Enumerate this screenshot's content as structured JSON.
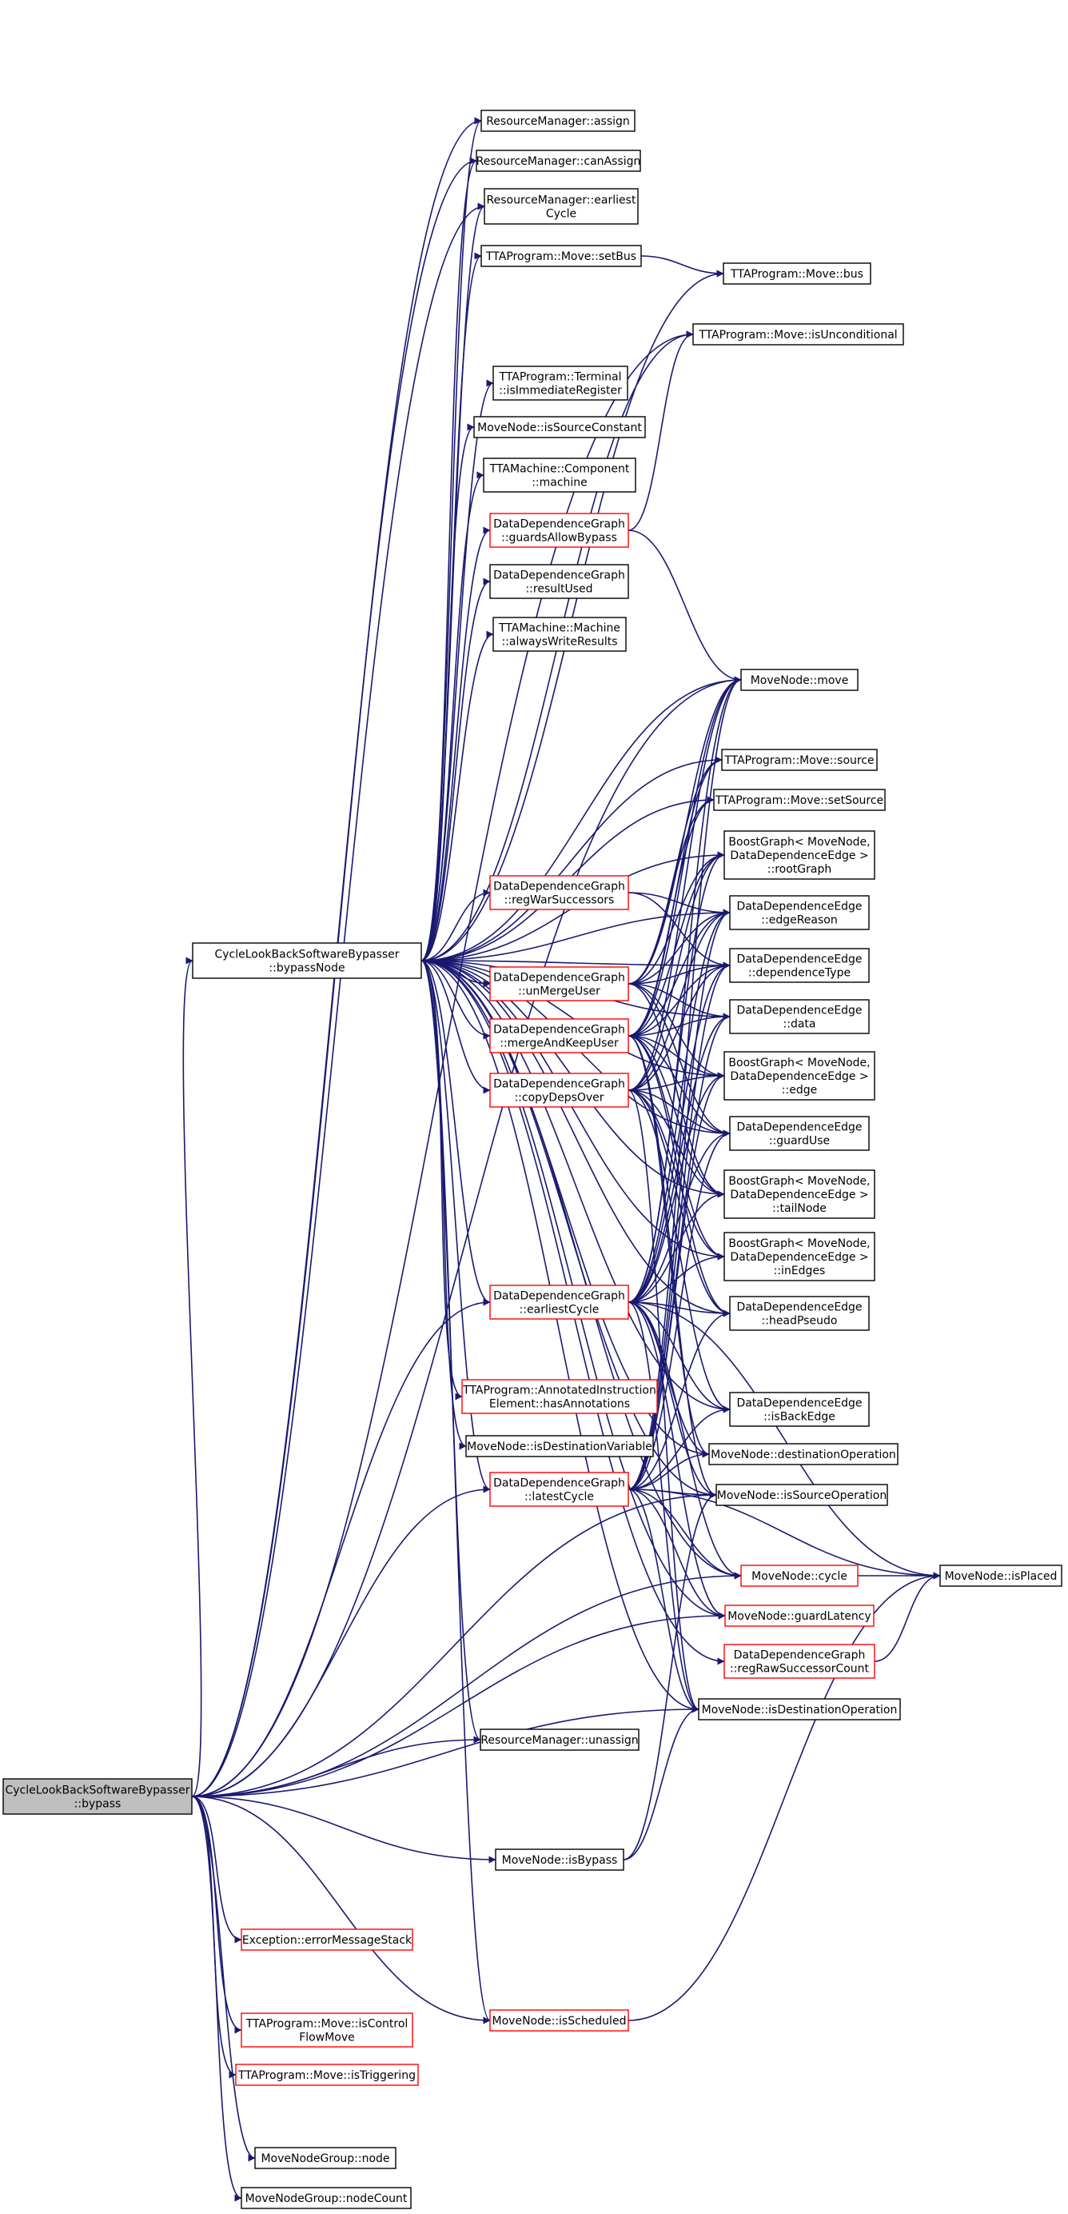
{
  "graph": {
    "colors": {
      "edge": "#191970",
      "node_border": "#000000",
      "node_border_linked_missing": "#ff0000",
      "root_fill": "#bfbfbf",
      "node_fill": "#ffffff"
    },
    "nodes": [
      {
        "id": "bypass",
        "label": [
          "CycleLookBackSoftwareBypasser",
          "::bypass"
        ],
        "root": true
      },
      {
        "id": "bypassNode",
        "label": [
          "CycleLookBackSoftwareBypasser",
          "::bypassNode"
        ]
      },
      {
        "id": "rm_assign",
        "label": [
          "ResourceManager::assign"
        ]
      },
      {
        "id": "rm_canAssign",
        "label": [
          "ResourceManager::canAssign"
        ]
      },
      {
        "id": "rm_earliest",
        "label": [
          "ResourceManager::earliest",
          "Cycle"
        ]
      },
      {
        "id": "move_setBus",
        "label": [
          "TTAProgram::Move::setBus"
        ]
      },
      {
        "id": "move_bus",
        "label": [
          "TTAProgram::Move::bus"
        ]
      },
      {
        "id": "move_isUncond",
        "label": [
          "TTAProgram::Move::isUnconditional"
        ]
      },
      {
        "id": "term_isImm",
        "label": [
          "TTAProgram::Terminal",
          "::isImmediateRegister"
        ]
      },
      {
        "id": "mn_isSourceConstant",
        "label": [
          "MoveNode::isSourceConstant"
        ]
      },
      {
        "id": "comp_machine",
        "label": [
          "TTAMachine::Component",
          "::machine"
        ]
      },
      {
        "id": "ddg_guardsAllow",
        "label": [
          "DataDependenceGraph",
          "::guardsAllowBypass"
        ],
        "red": true
      },
      {
        "id": "ddg_resultUsed",
        "label": [
          "DataDependenceGraph",
          "::resultUsed"
        ]
      },
      {
        "id": "mach_alwaysWrite",
        "label": [
          "TTAMachine::Machine",
          "::alwaysWriteResults"
        ]
      },
      {
        "id": "mn_move",
        "label": [
          "MoveNode::move"
        ]
      },
      {
        "id": "move_source",
        "label": [
          "TTAProgram::Move::source"
        ]
      },
      {
        "id": "move_setSource",
        "label": [
          "TTAProgram::Move::setSource"
        ]
      },
      {
        "id": "bg_rootGraph",
        "label": [
          "BoostGraph< MoveNode,",
          "DataDependenceEdge >",
          "::rootGraph"
        ]
      },
      {
        "id": "ddg_regWar",
        "label": [
          "DataDependenceGraph",
          "::regWarSuccessors"
        ],
        "red": true
      },
      {
        "id": "dde_edgeReason",
        "label": [
          "DataDependenceEdge",
          "::edgeReason"
        ]
      },
      {
        "id": "dde_depType",
        "label": [
          "DataDependenceEdge",
          "::dependenceType"
        ]
      },
      {
        "id": "ddg_unMerge",
        "label": [
          "DataDependenceGraph",
          "::unMergeUser"
        ],
        "red": true
      },
      {
        "id": "dde_data",
        "label": [
          "DataDependenceEdge",
          "::data"
        ]
      },
      {
        "id": "ddg_mergeKeep",
        "label": [
          "DataDependenceGraph",
          "::mergeAndKeepUser"
        ],
        "red": true
      },
      {
        "id": "bg_edge",
        "label": [
          "BoostGraph< MoveNode,",
          "DataDependenceEdge >",
          "::edge"
        ]
      },
      {
        "id": "ddg_copyDeps",
        "label": [
          "DataDependenceGraph",
          "::copyDepsOver"
        ],
        "red": true
      },
      {
        "id": "dde_guardUse",
        "label": [
          "DataDependenceEdge",
          "::guardUse"
        ]
      },
      {
        "id": "bg_tailNode",
        "label": [
          "BoostGraph< MoveNode,",
          "DataDependenceEdge >",
          "::tailNode"
        ]
      },
      {
        "id": "bg_inEdges",
        "label": [
          "BoostGraph< MoveNode,",
          "DataDependenceEdge >",
          "::inEdges"
        ]
      },
      {
        "id": "ddg_earliest",
        "label": [
          "DataDependenceGraph",
          "::earliestCycle"
        ],
        "red": true
      },
      {
        "id": "dde_headPseudo",
        "label": [
          "DataDependenceEdge",
          "::headPseudo"
        ]
      },
      {
        "id": "aie_hasAnn",
        "label": [
          "TTAProgram::AnnotatedInstruction",
          "Element::hasAnnotations"
        ],
        "red": true
      },
      {
        "id": "dde_isBackEdge",
        "label": [
          "DataDependenceEdge",
          "::isBackEdge"
        ]
      },
      {
        "id": "mn_isDestVar",
        "label": [
          "MoveNode::isDestinationVariable"
        ]
      },
      {
        "id": "mn_destOp",
        "label": [
          "MoveNode::destinationOperation"
        ]
      },
      {
        "id": "ddg_latest",
        "label": [
          "DataDependenceGraph",
          "::latestCycle"
        ],
        "red": true
      },
      {
        "id": "mn_isSourceOp",
        "label": [
          "MoveNode::isSourceOperation"
        ]
      },
      {
        "id": "mn_cycle",
        "label": [
          "MoveNode::cycle"
        ],
        "red": true
      },
      {
        "id": "mn_isPlaced",
        "label": [
          "MoveNode::isPlaced"
        ]
      },
      {
        "id": "mn_guardLatency",
        "label": [
          "MoveNode::guardLatency"
        ],
        "red": true
      },
      {
        "id": "ddg_regRaw",
        "label": [
          "DataDependenceGraph",
          "::regRawSuccessorCount"
        ],
        "red": true
      },
      {
        "id": "mn_isDestOp",
        "label": [
          "MoveNode::isDestinationOperation"
        ]
      },
      {
        "id": "rm_unassign",
        "label": [
          "ResourceManager::unassign"
        ]
      },
      {
        "id": "mn_isBypass",
        "label": [
          "MoveNode::isBypass"
        ]
      },
      {
        "id": "exc_errStack",
        "label": [
          "Exception::errorMessageStack"
        ],
        "red": true
      },
      {
        "id": "mn_isScheduled",
        "label": [
          "MoveNode::isScheduled"
        ],
        "red": true
      },
      {
        "id": "move_isControlFlow",
        "label": [
          "TTAProgram::Move::isControl",
          "FlowMove"
        ],
        "red": true
      },
      {
        "id": "move_isTriggering",
        "label": [
          "TTAProgram::Move::isTriggering"
        ],
        "red": true
      },
      {
        "id": "mng_node",
        "label": [
          "MoveNodeGroup::node"
        ]
      },
      {
        "id": "mng_nodeCount",
        "label": [
          "MoveNodeGroup::nodeCount"
        ]
      }
    ],
    "edges": [
      [
        "bypass",
        "bypassNode"
      ],
      [
        "bypass",
        "rm_assign"
      ],
      [
        "bypass",
        "rm_canAssign"
      ],
      [
        "bypass",
        "rm_earliest"
      ],
      [
        "bypass",
        "move_isUncond"
      ],
      [
        "bypass",
        "mn_move"
      ],
      [
        "bypass",
        "ddg_earliest"
      ],
      [
        "bypass",
        "ddg_latest"
      ],
      [
        "bypass",
        "mn_isSourceOp"
      ],
      [
        "bypass",
        "mn_isDestOp"
      ],
      [
        "bypass",
        "rm_unassign"
      ],
      [
        "bypass",
        "mn_isBypass"
      ],
      [
        "bypass",
        "exc_errStack"
      ],
      [
        "bypass",
        "mn_isScheduled"
      ],
      [
        "bypass",
        "move_isControlFlow"
      ],
      [
        "bypass",
        "move_isTriggering"
      ],
      [
        "bypass",
        "mng_node"
      ],
      [
        "bypass",
        "mng_nodeCount"
      ],
      [
        "bypass",
        "mn_cycle"
      ],
      [
        "bypass",
        "mn_guardLatency"
      ],
      [
        "bypassNode",
        "rm_assign"
      ],
      [
        "bypassNode",
        "rm_canAssign"
      ],
      [
        "bypassNode",
        "rm_earliest"
      ],
      [
        "bypassNode",
        "move_setBus"
      ],
      [
        "bypassNode",
        "move_bus"
      ],
      [
        "bypassNode",
        "move_isUncond"
      ],
      [
        "bypassNode",
        "term_isImm"
      ],
      [
        "bypassNode",
        "mn_isSourceConstant"
      ],
      [
        "bypassNode",
        "comp_machine"
      ],
      [
        "bypassNode",
        "ddg_guardsAllow"
      ],
      [
        "bypassNode",
        "ddg_resultUsed"
      ],
      [
        "bypassNode",
        "mach_alwaysWrite"
      ],
      [
        "bypassNode",
        "mn_move"
      ],
      [
        "bypassNode",
        "move_source"
      ],
      [
        "bypassNode",
        "move_setSource"
      ],
      [
        "bypassNode",
        "bg_rootGraph"
      ],
      [
        "bypassNode",
        "ddg_regWar"
      ],
      [
        "bypassNode",
        "dde_edgeReason"
      ],
      [
        "bypassNode",
        "dde_depType"
      ],
      [
        "bypassNode",
        "ddg_unMerge"
      ],
      [
        "bypassNode",
        "dde_data"
      ],
      [
        "bypassNode",
        "ddg_mergeKeep"
      ],
      [
        "bypassNode",
        "bg_edge"
      ],
      [
        "bypassNode",
        "ddg_copyDeps"
      ],
      [
        "bypassNode",
        "dde_guardUse"
      ],
      [
        "bypassNode",
        "bg_tailNode"
      ],
      [
        "bypassNode",
        "bg_inEdges"
      ],
      [
        "bypassNode",
        "ddg_earliest"
      ],
      [
        "bypassNode",
        "dde_headPseudo"
      ],
      [
        "bypassNode",
        "aie_hasAnn"
      ],
      [
        "bypassNode",
        "dde_isBackEdge"
      ],
      [
        "bypassNode",
        "mn_isDestVar"
      ],
      [
        "bypassNode",
        "mn_destOp"
      ],
      [
        "bypassNode",
        "ddg_latest"
      ],
      [
        "bypassNode",
        "mn_isSourceOp"
      ],
      [
        "bypassNode",
        "mn_cycle"
      ],
      [
        "bypassNode",
        "mn_guardLatency"
      ],
      [
        "bypassNode",
        "ddg_regRaw"
      ],
      [
        "bypassNode",
        "mn_isDestOp"
      ],
      [
        "bypassNode",
        "rm_unassign"
      ],
      [
        "bypassNode",
        "mn_isScheduled"
      ],
      [
        "move_setBus",
        "move_bus"
      ],
      [
        "ddg_guardsAllow",
        "move_isUncond"
      ],
      [
        "ddg_guardsAllow",
        "mn_move"
      ],
      [
        "ddg_regWar",
        "dde_edgeReason"
      ],
      [
        "ddg_regWar",
        "dde_depType"
      ],
      [
        "ddg_unMerge",
        "mn_move"
      ],
      [
        "ddg_unMerge",
        "move_source"
      ],
      [
        "ddg_unMerge",
        "move_setSource"
      ],
      [
        "ddg_unMerge",
        "bg_rootGraph"
      ],
      [
        "ddg_unMerge",
        "dde_edgeReason"
      ],
      [
        "ddg_unMerge",
        "dde_depType"
      ],
      [
        "ddg_unMerge",
        "dde_data"
      ],
      [
        "ddg_unMerge",
        "bg_edge"
      ],
      [
        "ddg_unMerge",
        "dde_guardUse"
      ],
      [
        "ddg_unMerge",
        "bg_tailNode"
      ],
      [
        "ddg_mergeKeep",
        "mn_move"
      ],
      [
        "ddg_mergeKeep",
        "move_source"
      ],
      [
        "ddg_mergeKeep",
        "move_setSource"
      ],
      [
        "ddg_mergeKeep",
        "bg_rootGraph"
      ],
      [
        "ddg_mergeKeep",
        "dde_edgeReason"
      ],
      [
        "ddg_mergeKeep",
        "dde_depType"
      ],
      [
        "ddg_mergeKeep",
        "dde_data"
      ],
      [
        "ddg_mergeKeep",
        "bg_edge"
      ],
      [
        "ddg_mergeKeep",
        "dde_guardUse"
      ],
      [
        "ddg_mergeKeep",
        "bg_tailNode"
      ],
      [
        "ddg_mergeKeep",
        "bg_inEdges"
      ],
      [
        "ddg_mergeKeep",
        "dde_headPseudo"
      ],
      [
        "ddg_mergeKeep",
        "mn_destOp"
      ],
      [
        "ddg_mergeKeep",
        "mn_isSourceOp"
      ],
      [
        "ddg_copyDeps",
        "mn_move"
      ],
      [
        "ddg_copyDeps",
        "bg_rootGraph"
      ],
      [
        "ddg_copyDeps",
        "dde_edgeReason"
      ],
      [
        "ddg_copyDeps",
        "dde_depType"
      ],
      [
        "ddg_copyDeps",
        "bg_edge"
      ],
      [
        "ddg_copyDeps",
        "dde_guardUse"
      ],
      [
        "ddg_copyDeps",
        "bg_tailNode"
      ],
      [
        "ddg_copyDeps",
        "bg_inEdges"
      ],
      [
        "ddg_copyDeps",
        "dde_headPseudo"
      ],
      [
        "ddg_copyDeps",
        "dde_isBackEdge"
      ],
      [
        "ddg_copyDeps",
        "mn_isDestOp"
      ],
      [
        "ddg_earliest",
        "mn_move"
      ],
      [
        "ddg_earliest",
        "bg_rootGraph"
      ],
      [
        "ddg_earliest",
        "dde_edgeReason"
      ],
      [
        "ddg_earliest",
        "dde_depType"
      ],
      [
        "ddg_earliest",
        "dde_data"
      ],
      [
        "ddg_earliest",
        "bg_edge"
      ],
      [
        "ddg_earliest",
        "dde_guardUse"
      ],
      [
        "ddg_earliest",
        "bg_tailNode"
      ],
      [
        "ddg_earliest",
        "bg_inEdges"
      ],
      [
        "ddg_earliest",
        "dde_headPseudo"
      ],
      [
        "ddg_earliest",
        "dde_isBackEdge"
      ],
      [
        "ddg_earliest",
        "mn_destOp"
      ],
      [
        "ddg_earliest",
        "mn_isSourceOp"
      ],
      [
        "ddg_earliest",
        "mn_cycle"
      ],
      [
        "ddg_earliest",
        "mn_isPlaced"
      ],
      [
        "ddg_earliest",
        "mn_guardLatency"
      ],
      [
        "ddg_earliest",
        "mn_isDestOp"
      ],
      [
        "ddg_latest",
        "mn_move"
      ],
      [
        "ddg_latest",
        "dde_edgeReason"
      ],
      [
        "ddg_latest",
        "dde_depType"
      ],
      [
        "ddg_latest",
        "dde_data"
      ],
      [
        "ddg_latest",
        "bg_edge"
      ],
      [
        "ddg_latest",
        "dde_guardUse"
      ],
      [
        "ddg_latest",
        "dde_headPseudo"
      ],
      [
        "ddg_latest",
        "dde_isBackEdge"
      ],
      [
        "ddg_latest",
        "mn_destOp"
      ],
      [
        "ddg_latest",
        "mn_isSourceOp"
      ],
      [
        "ddg_latest",
        "mn_cycle"
      ],
      [
        "ddg_latest",
        "mn_isPlaced"
      ],
      [
        "ddg_latest",
        "mn_guardLatency"
      ],
      [
        "ddg_latest",
        "mn_isDestOp"
      ],
      [
        "mn_cycle",
        "mn_isPlaced"
      ],
      [
        "ddg_regRaw",
        "mn_isPlaced"
      ],
      [
        "mn_isBypass",
        "mn_isSourceOp"
      ],
      [
        "mn_isBypass",
        "mn_isDestOp"
      ],
      [
        "mn_isScheduled",
        "mn_isPlaced"
      ]
    ]
  }
}
